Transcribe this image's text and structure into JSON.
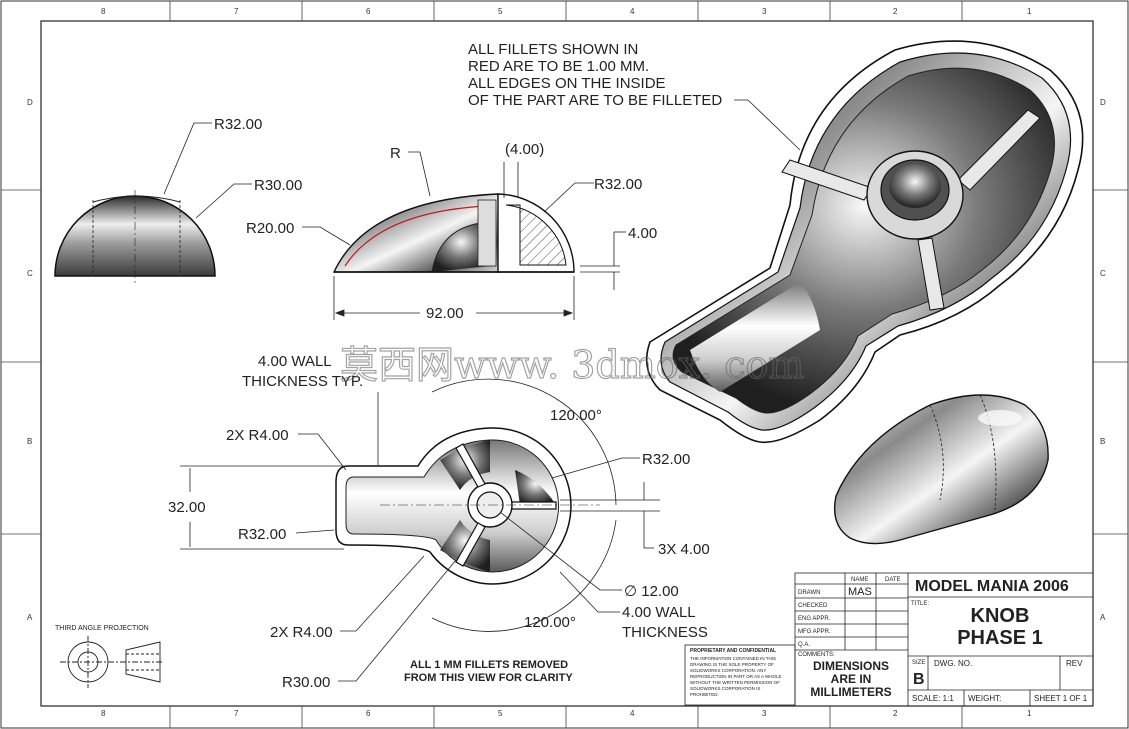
{
  "notes": {
    "fillet_note": [
      "ALL FILLETS SHOWN IN",
      "RED ARE TO BE 1.00 MM.",
      "ALL EDGES ON THE INSIDE",
      "OF THE PART ARE TO BE FILLETED"
    ],
    "wall_typ": [
      "4.00 WALL",
      "THICKNESS TYP."
    ],
    "wall": [
      "4.00 WALL",
      "THICKNESS"
    ],
    "fillets_removed": [
      "ALL 1 MM FILLETS REMOVED",
      "FROM THIS VIEW FOR CLARITY"
    ],
    "third_angle": "THIRD ANGLE PROJECTION",
    "watermark": "莫西网www. 3dmox. com"
  },
  "dims": {
    "left_r32": "R32.00",
    "left_r30": "R30.00",
    "side_r": "R",
    "side_4_ref": "(4.00)",
    "side_r32": "R32.00",
    "side_r20": "R20.00",
    "side_4": "4.00",
    "side_92": "92.00",
    "top_2x_r4_a": "2X R4.00",
    "top_120_a": "120.00°",
    "top_r32_right": "R32.00",
    "top_32": "32.00",
    "top_r32_left": "R32.00",
    "top_3x4": "3X 4.00",
    "top_dia12": "∅ 12.00",
    "top_120_b": "120.00°",
    "top_2x_r4_b": "2X R4.00",
    "top_r30": "R30.00"
  },
  "zones": {
    "columns": [
      "8",
      "7",
      "6",
      "5",
      "4",
      "3",
      "2",
      "1"
    ],
    "rows": [
      "D",
      "C",
      "B",
      "A"
    ]
  },
  "title_block": {
    "company": "MODEL MANIA 2006",
    "title_label": "TITLE:",
    "title_line1": "KNOB",
    "title_line2": "PHASE 1",
    "name_header": "NAME",
    "date_header": "DATE",
    "drawn_label": "DRAWN",
    "drawn_name": "MAS",
    "checked_label": "CHECKED",
    "eng_label": "ENG APPR.",
    "mfg_label": "MFG APPR.",
    "qa_label": "Q.A.",
    "comments_label": "COMMENTS:",
    "dimensions_note": [
      "DIMENSIONS",
      "ARE IN",
      "MILLIMETERS"
    ],
    "size_label": "SIZE",
    "size_value": "B",
    "dwg_label": "DWG. NO.",
    "rev_label": "REV",
    "scale": "SCALE: 1:1",
    "weight": "WEIGHT:",
    "sheet": "SHEET 1 OF 1",
    "proprietary_title": "PROPRIETARY AND CONFIDENTIAL",
    "proprietary_text": [
      "THE INFORMATION CONTAINED IN THIS",
      "DRAWING IS THE SOLE PROPERTY OF",
      "SOLIDWORKS CORPORATION. ANY",
      "REPRODUCTION IN PART OR AS A WHOLE",
      "WITHOUT THE WRITTEN PERMISSION OF",
      "SOLIDWORKS CORPORATION IS",
      "PROHIBITED."
    ]
  },
  "colors": {
    "line": "#111111",
    "fillet_red": "#c01818",
    "shade_dark": "#3a3a3a",
    "shade_light": "#f2f2f2"
  }
}
